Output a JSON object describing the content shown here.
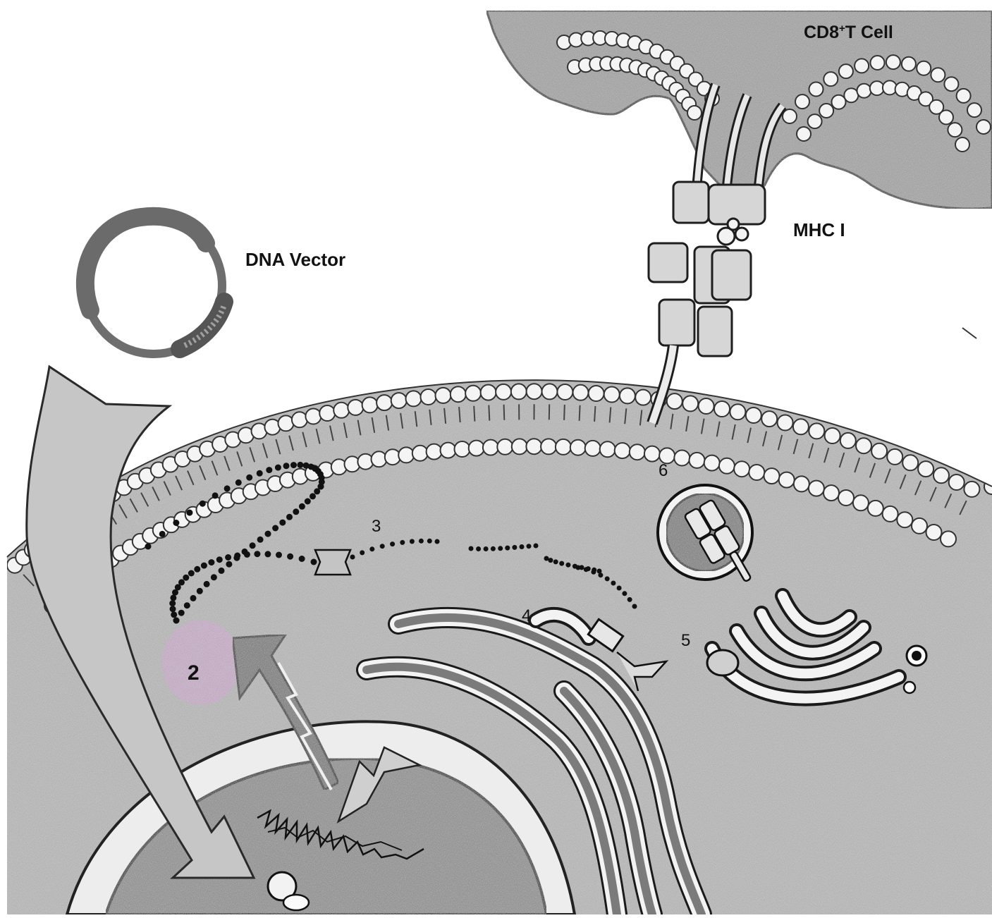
{
  "labels": {
    "dna_vector": "DNA Vector",
    "mhc_class_one": "MHC I",
    "t_cell_main": "CD8",
    "t_cell_sup": "+",
    "t_cell_rest": "T Cell"
  },
  "steps": {
    "step_2": "2",
    "step_3": "3",
    "step_4": "4",
    "step_5": "5",
    "step_6": "6"
  },
  "colors": {
    "cytoplasm": "#b9b9b9",
    "t_cell": "#a3a3a3",
    "nucleus_interior": "#8e8e8e",
    "organelle_lumen": "#7b7b7b",
    "membrane_bead": "#f4f4f4",
    "arrow_light": "#c6c6c6",
    "arrow_dark": "#777777",
    "step_2_tint": "#d9a6d9",
    "outline": "#222222"
  }
}
